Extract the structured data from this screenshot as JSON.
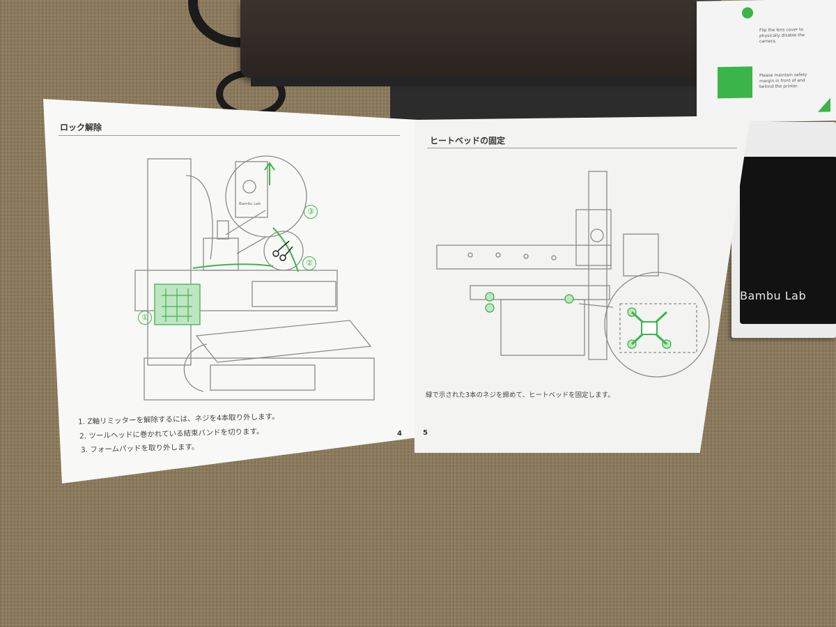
{
  "left_page": {
    "heading": "ロック解除",
    "steps": [
      "1. Z軸リミッターを解除するには、ネジを4本取り外します。",
      "2. ツールヘッドに巻かれている結束バンドを切ります。",
      "3. フォームパッドを取り外します。"
    ],
    "callouts": [
      "①",
      "②",
      "③"
    ],
    "printhead_label": "Bambu Lab",
    "page_number": "4"
  },
  "right_page": {
    "heading": "ヒートベッドの固定",
    "instruction": "緑で示された3本のネジを締めて、ヒートベッドを固定します。",
    "page_number": "5"
  },
  "packaging": {
    "brand_text": "Bambu Lab",
    "card_lines": [
      "Flip the lens cover to",
      "physically disable the",
      "camera.",
      "Please maintain safety",
      "margin in front of and",
      "behind the printer."
    ]
  },
  "colors": {
    "accent_green": "#3bb54a",
    "paper": "#f8f8f6"
  }
}
